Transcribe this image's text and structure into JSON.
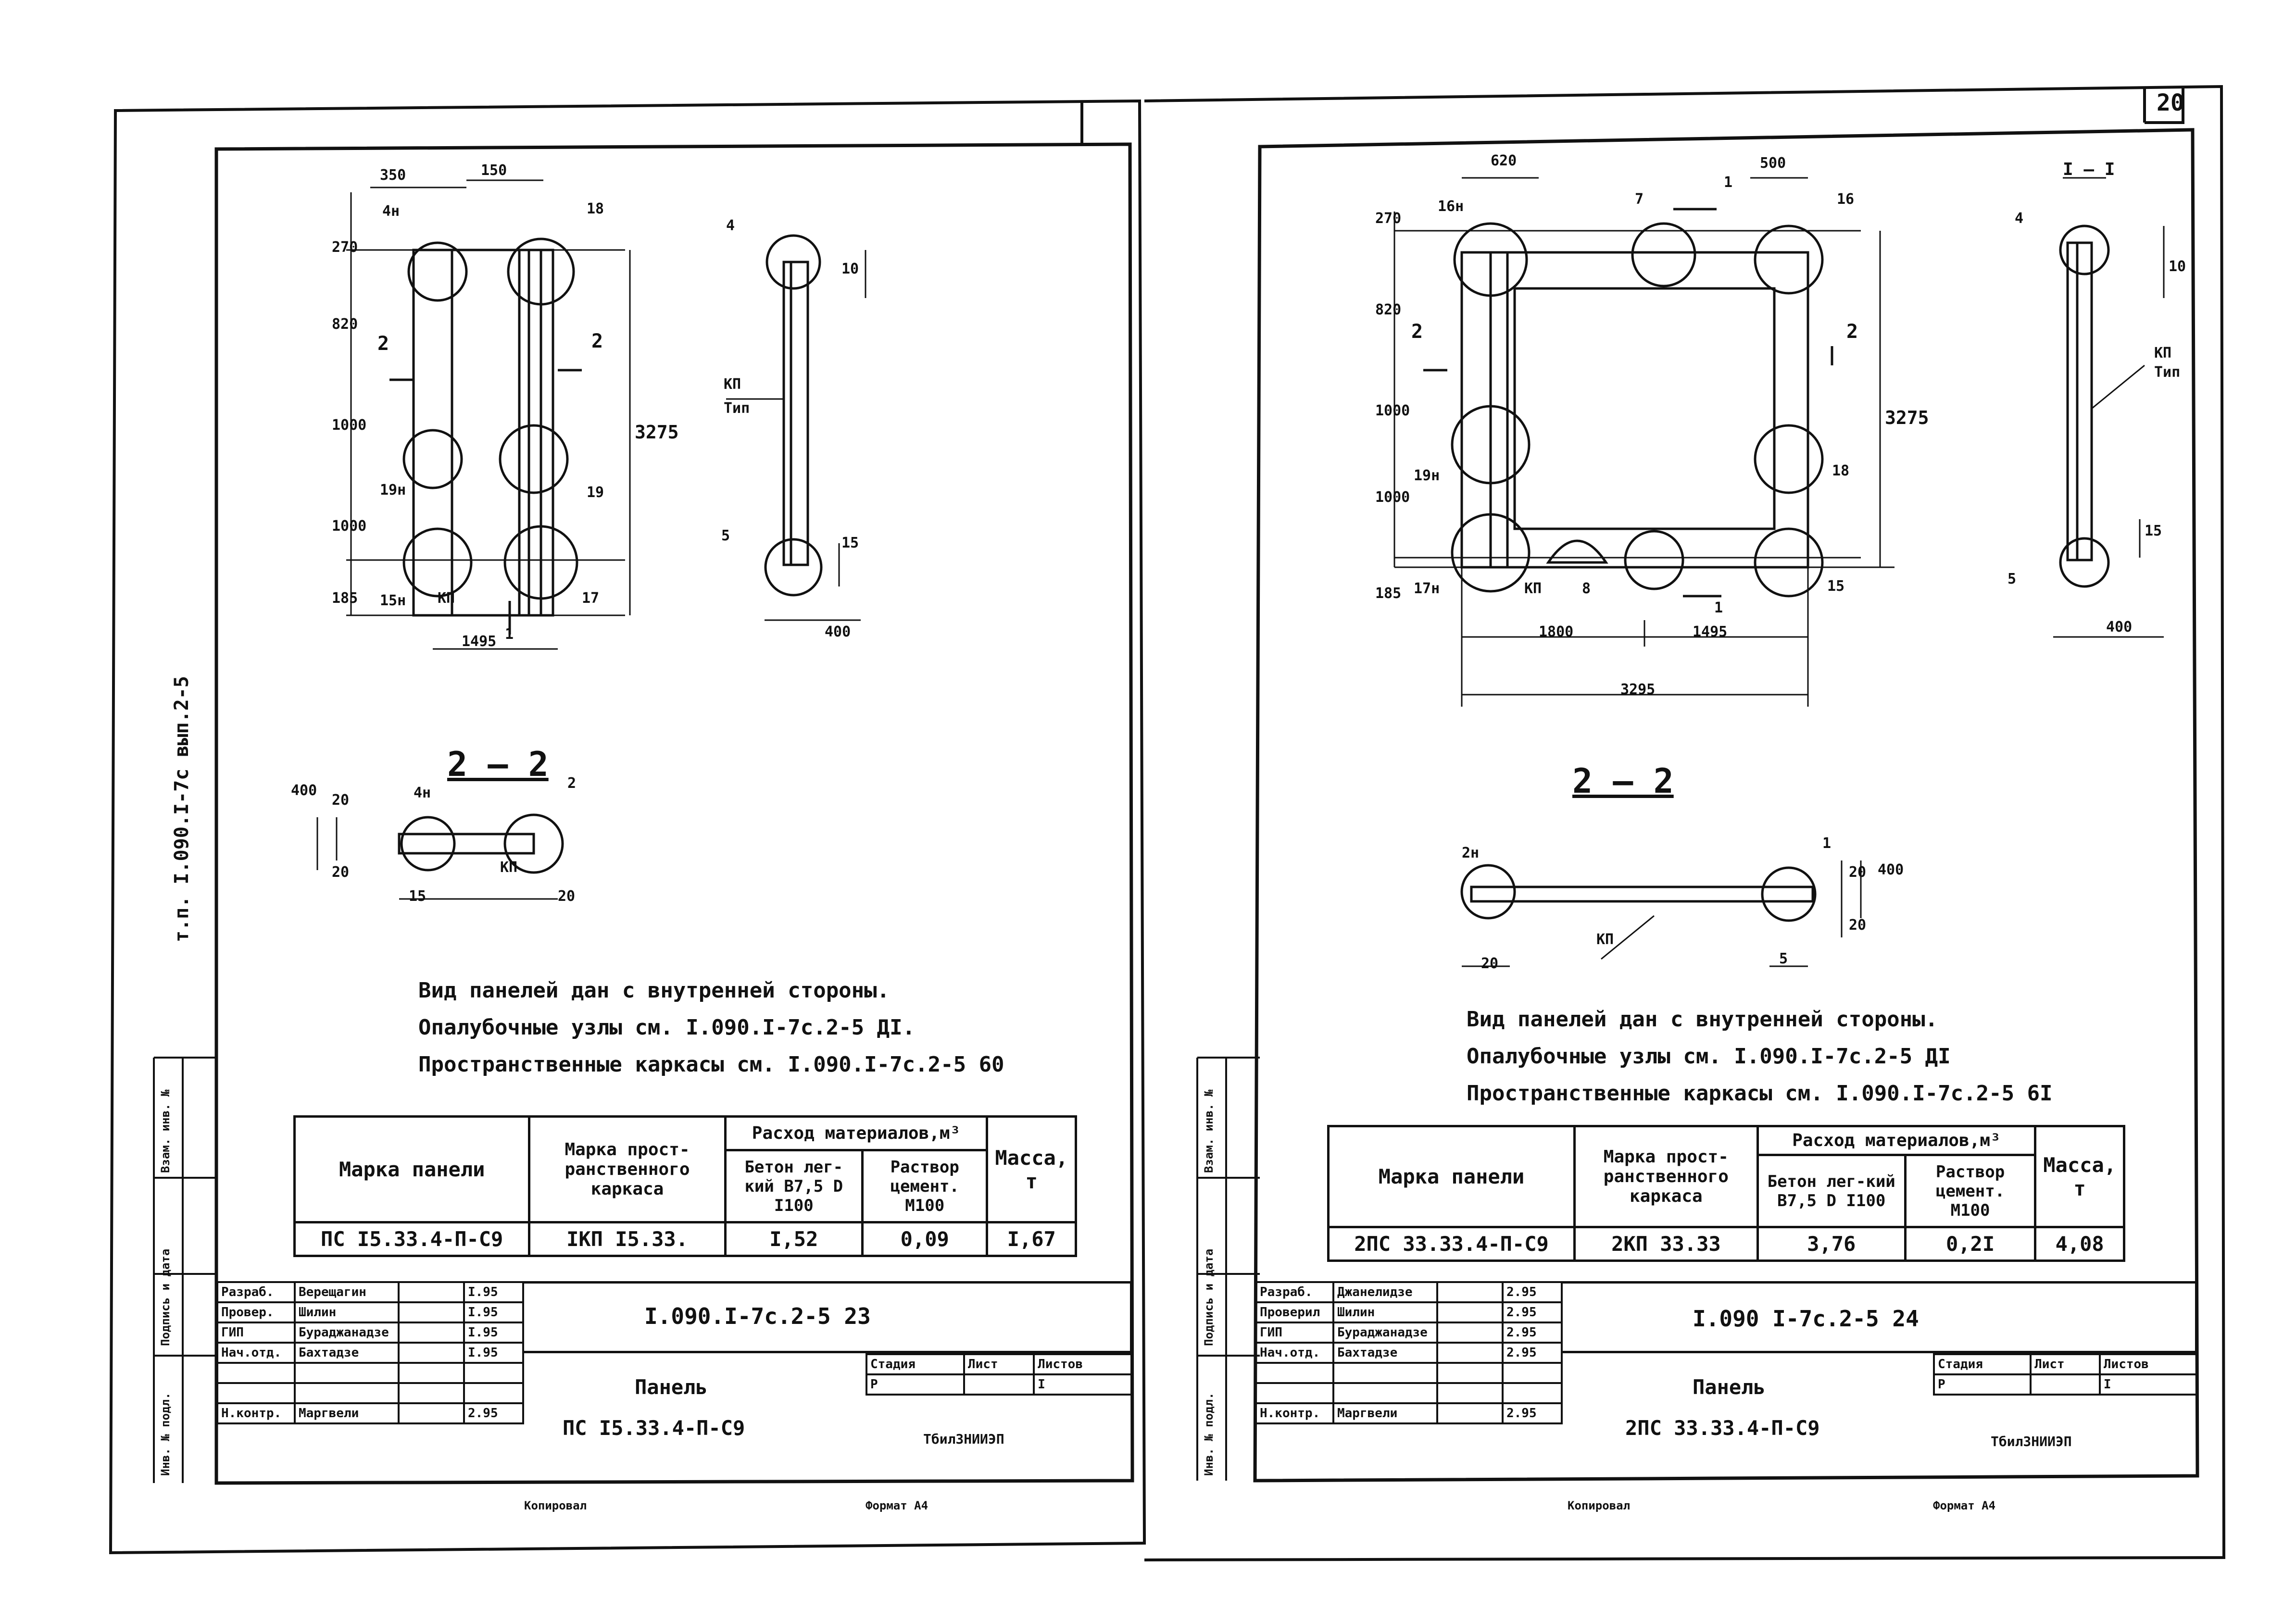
{
  "page_number": "20",
  "left_sheet": {
    "side_code": "т.п. I.090.I-7с вып.2-5",
    "dims": {
      "top_left": "350",
      "top_right": "150",
      "h1": "270",
      "h2": "820",
      "h3": "1000",
      "h4": "1000",
      "h5": "185",
      "height": "3275",
      "bottom": "1495",
      "side_10": "10",
      "side_15": "15",
      "side_400": "400"
    },
    "labels": {
      "n4": "4н",
      "n18": "18",
      "n2": "2",
      "n2b": "2",
      "n19n": "19н",
      "n19": "19",
      "n15n": "15н",
      "kp": "КП",
      "n17": "17",
      "n1": "1",
      "s4": "4",
      "kp_frac_top": "КП",
      "kp_frac_bot": "Тип",
      "s5": "5"
    },
    "section": {
      "title": "2 – 2",
      "d400": "400",
      "d20a": "20",
      "d20b": "20",
      "d15": "15",
      "d20c": "20",
      "n4n": "4н",
      "n2": "2",
      "kp": "КП"
    },
    "notes": [
      "Вид панелей дан с внутренней стороны.",
      "Опалубочные узлы см. I.090.I-7с.2-5 ДI.",
      "Пространственные каркасы см. I.090.I-7с.2-5 60"
    ],
    "table": {
      "h_mark": "Марка панели",
      "h_frame": "Марка прост-ранственного каркаса",
      "h_consumption": "Расход материалов,м³",
      "h_concrete": "Бетон лег-кий В7,5 D I100",
      "h_mortar": "Раствор цемент. М100",
      "h_mass": "Масса, т",
      "row": {
        "mark": "ПС I5.33.4-П-С9",
        "frame": "IКП I5.33.",
        "concrete": "I,52",
        "mortar": "0,09",
        "mass": "I,67"
      }
    },
    "stamp": {
      "code": "I.090.I-7с.2-5 23",
      "title_line1": "Панель",
      "title_line2": "ПС I5.33.4-П-С9",
      "roles": [
        {
          "role": "Разраб.",
          "name": "Верещагин",
          "date": "I.95"
        },
        {
          "role": "Провер.",
          "name": "Шилин",
          "date": "I.95"
        },
        {
          "role": "ГИП",
          "name": "Бураджанадзе",
          "date": "I.95"
        },
        {
          "role": "Нач.отд.",
          "name": "Бахтадзе",
          "date": "I.95"
        },
        {
          "role": "",
          "name": "",
          "date": ""
        },
        {
          "role": "",
          "name": "",
          "date": ""
        },
        {
          "role": "Н.контр.",
          "name": "Маргвели",
          "date": "2.95"
        }
      ],
      "stage_h": "Стадия",
      "sheet_h": "Лист",
      "sheets_h": "Листов",
      "stage": "Р",
      "sheet": "",
      "sheets": "I",
      "org": "ТбилЗНИИЭП",
      "copied": "Копировал",
      "format": "Формат А4"
    },
    "margin": [
      "Инв. № подл.",
      "Подпись и дата",
      "Взам. инв. №"
    ]
  },
  "right_sheet": {
    "dims": {
      "top_left": "620",
      "top_right": "500",
      "h1": "270",
      "h2": "820",
      "h3": "1000",
      "h4": "1000",
      "h5": "185",
      "height": "3275",
      "b1": "1800",
      "b2": "1495",
      "total": "3295",
      "side_10": "10",
      "side_15": "15",
      "side_400": "400"
    },
    "labels": {
      "n16n": "16н",
      "n7": "7",
      "n1": "1",
      "n16": "16",
      "n2": "2",
      "n2b": "2",
      "n19n": "19н",
      "n18": "18",
      "n17n": "17н",
      "kp": "КП",
      "n8": "8",
      "n1b": "1",
      "n15": "15",
      "sec_title": "I – I",
      "s4": "4",
      "kp_frac_top": "КП",
      "kp_frac_bot": "Тип",
      "s5": "5"
    },
    "section": {
      "title": "2 – 2",
      "n2n": "2н",
      "n1": "1",
      "d20a": "20",
      "d400": "400",
      "d20b": "20",
      "kp": "КП",
      "d20c": "20",
      "d5": "5"
    },
    "notes": [
      "Вид панелей дан с внутренней стороны.",
      "Опалубочные узлы см. I.090.I-7с.2-5 ДI",
      "Пространственные каркасы см. I.090.I-7с.2-5 6I"
    ],
    "table": {
      "h_mark": "Марка панели",
      "h_frame": "Марка прост-ранственного каркаса",
      "h_consumption": "Расход материалов,м³",
      "h_concrete": "Бетон лег-кий В7,5 D I100",
      "h_mortar": "Раствор цемент. М100",
      "h_mass": "Масса, т",
      "row": {
        "mark": "2ПС 33.33.4-П-С9",
        "frame": "2КП 33.33",
        "concrete": "3,76",
        "mortar": "0,2I",
        "mass": "4,08"
      }
    },
    "stamp": {
      "code": "I.090 I-7с.2-5 24",
      "title_line1": "Панель",
      "title_line2": "2ПС 33.33.4-П-С9",
      "roles": [
        {
          "role": "Разраб.",
          "name": "Джанелидзе",
          "date": "2.95"
        },
        {
          "role": "Проверил",
          "name": "Шилин",
          "date": "2.95"
        },
        {
          "role": "ГИП",
          "name": "Бураджанадзе",
          "date": "2.95"
        },
        {
          "role": "Нач.отд.",
          "name": "Бахтадзе",
          "date": "2.95"
        },
        {
          "role": "",
          "name": "",
          "date": ""
        },
        {
          "role": "",
          "name": "",
          "date": ""
        },
        {
          "role": "Н.контр.",
          "name": "Маргвели",
          "date": "2.95"
        }
      ],
      "stage_h": "Стадия",
      "sheet_h": "Лист",
      "sheets_h": "Листов",
      "stage": "Р",
      "sheet": "",
      "sheets": "I",
      "org": "ТбилЗНИИЭП",
      "copied": "Копировал",
      "format": "Формат А4"
    },
    "margin": [
      "Инв. № подл.",
      "Подпись и дата",
      "Взам. инв. №"
    ]
  }
}
